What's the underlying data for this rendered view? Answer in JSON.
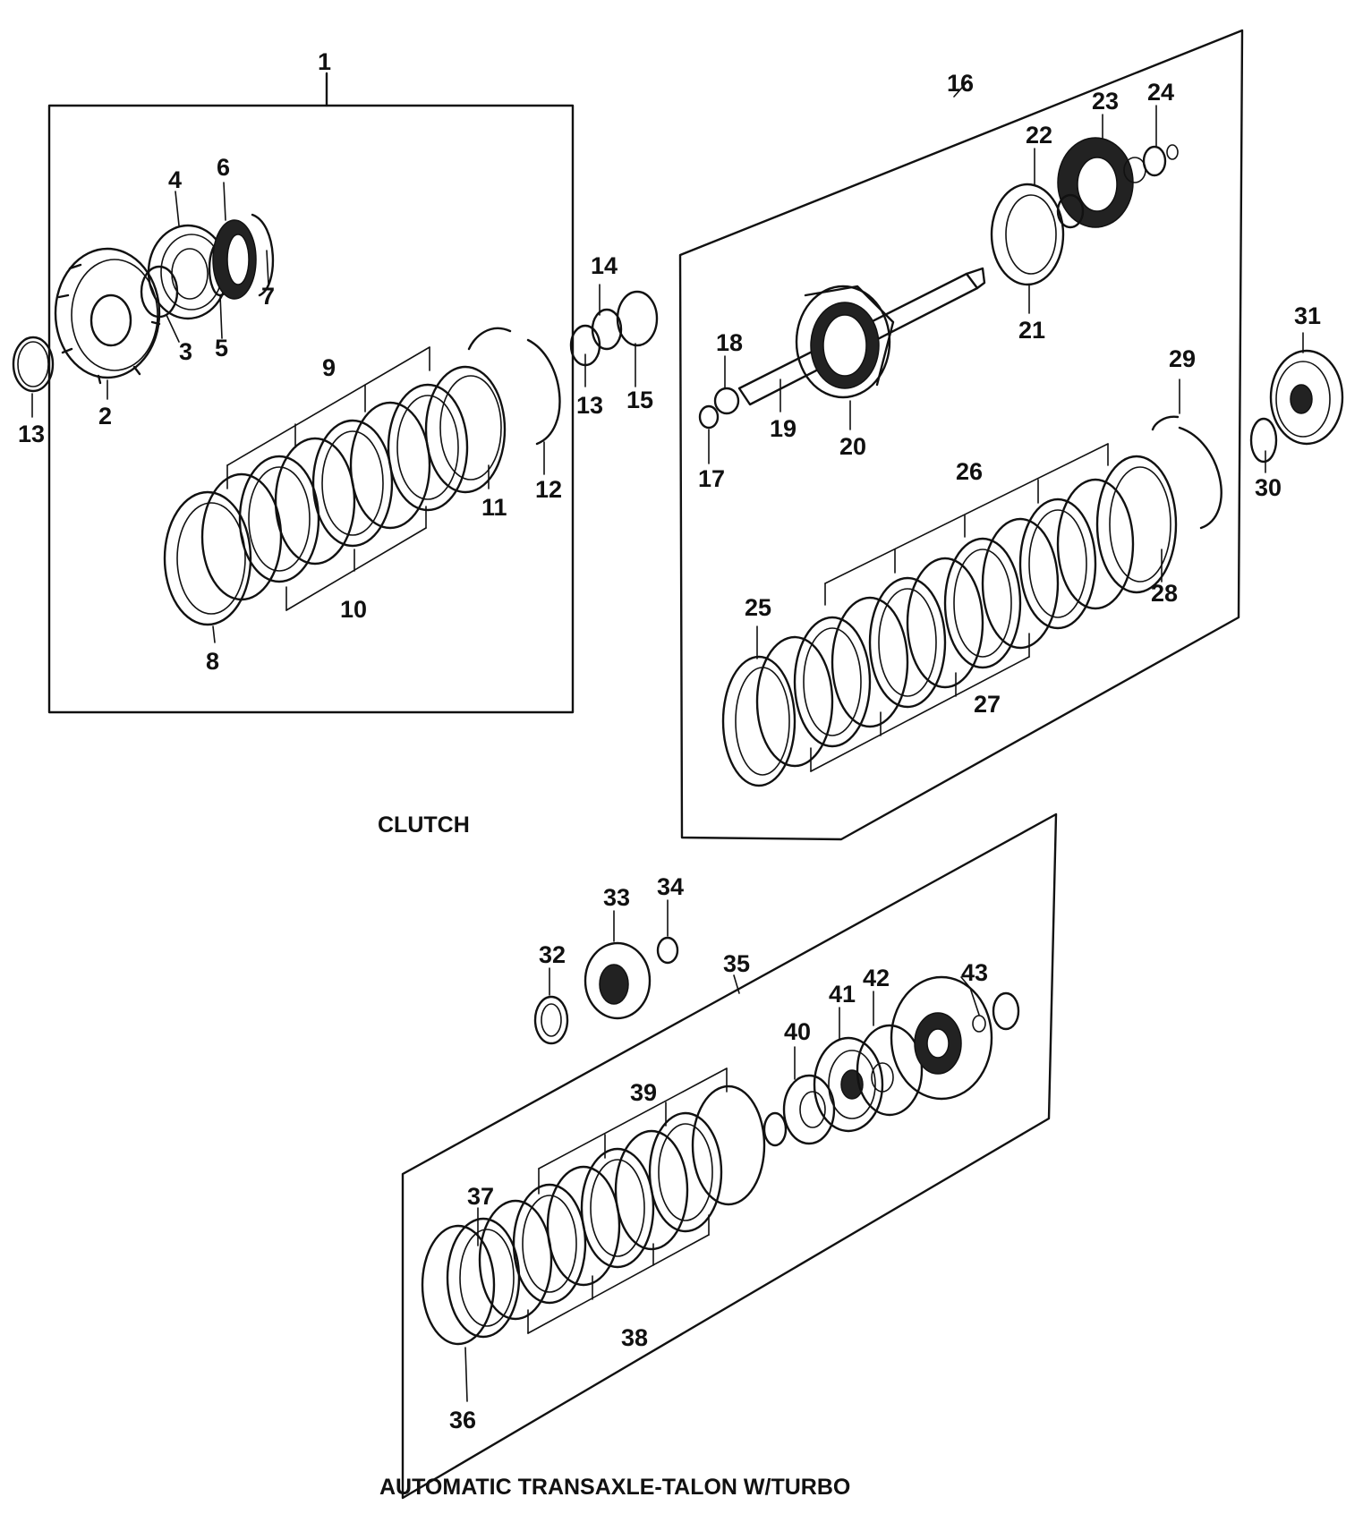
{
  "captions": {
    "clutch": "CLUTCH",
    "main": "AUTOMATIC TRANSAXLE-TALON W/TURBO"
  },
  "callouts": [
    "1",
    "2",
    "3",
    "4",
    "5",
    "6",
    "7",
    "8",
    "9",
    "10",
    "11",
    "12",
    "13",
    "13",
    "14",
    "15",
    "16",
    "17",
    "18",
    "19",
    "20",
    "21",
    "22",
    "23",
    "24",
    "25",
    "26",
    "27",
    "28",
    "29",
    "30",
    "31",
    "32",
    "33",
    "34",
    "35",
    "36",
    "37",
    "38",
    "39",
    "40",
    "41",
    "42",
    "43"
  ],
  "colors": {
    "ink": "#111111",
    "paper": "#ffffff"
  }
}
